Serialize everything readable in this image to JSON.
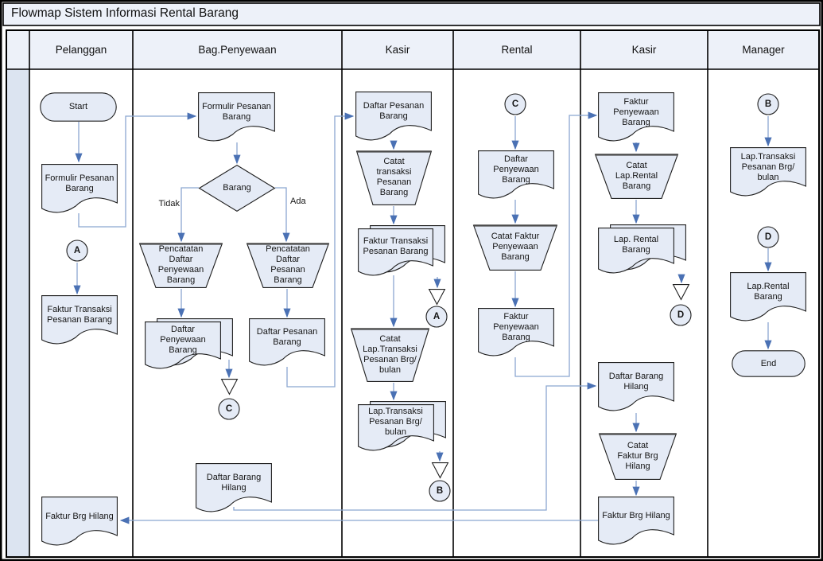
{
  "title": "Flowmap Sistem Informasi Rental Barang",
  "lanes": [
    "Pelanggan",
    "Bag.Penyewaan",
    "Kasir",
    "Rental",
    "Kasir",
    "Manager"
  ],
  "labels": {
    "tidak": "Tidak",
    "ada": "Ada"
  },
  "colors": {
    "band_fill": "#edf1f9",
    "lane_strip": "#dce4f1",
    "shape_fill": "#e5ebf6",
    "shape_border": "#1f1f1f",
    "connector": "#8ba6d1",
    "arrowhead": "#4a71b4",
    "table_border": "#000000"
  },
  "nodes": {
    "start": {
      "label": "Start"
    },
    "formulir_pesanan_pelanggan": {
      "label": "Formulir Pesanan Barang"
    },
    "connector_a_pelanggan": {
      "label": "A"
    },
    "faktur_transaksi_pelanggan": {
      "label": "Faktur Transaksi Pesanan Barang"
    },
    "faktur_brg_hilang_pelanggan": {
      "label": "Faktur Brg Hilang"
    },
    "formulir_pesanan_bag": {
      "label": "Formulir Pesanan Barang"
    },
    "decision_barang": {
      "label": "Barang"
    },
    "pencatatan_daftar_penyewaan": {
      "label": "Pencatatan Daftar Penyewaan Barang"
    },
    "pencatatan_daftar_pesanan": {
      "label": "Pencatatan Daftar Pesanan Barang"
    },
    "daftar_penyewaan_bag": {
      "label": "Daftar Penyewaan Barang"
    },
    "daftar_pesanan_bag": {
      "label": "Daftar Pesanan Barang"
    },
    "connector_c_bag": {
      "label": "C"
    },
    "daftar_barang_hilang_bag": {
      "label": "Daftar Barang Hilang"
    },
    "daftar_pesanan_kasir": {
      "label": "Daftar Pesanan Barang"
    },
    "catat_transaksi_pesanan": {
      "label": "Catat transaksi Pesanan Barang"
    },
    "faktur_transaksi_kasir": {
      "label": "Faktur Transaksi Pesanan Barang"
    },
    "connector_a_kasir": {
      "label": "A"
    },
    "catat_lap_transaksi": {
      "label": "Catat Lap.Transaksi Pesanan Brg/ bulan"
    },
    "lap_transaksi_kasir": {
      "label": "Lap.Transaksi Pesanan Brg/ bulan"
    },
    "connector_b_kasir": {
      "label": "B"
    },
    "connector_c_rental": {
      "label": "C"
    },
    "daftar_penyewaan_rental": {
      "label": "Daftar Penyewaan Barang"
    },
    "catat_faktur_penyewaan": {
      "label": "Catat Faktur Penyewaan Barang"
    },
    "faktur_penyewaan_rental": {
      "label": "Faktur Penyewaan Barang"
    },
    "faktur_penyewaan_kasir2": {
      "label": "Faktur Penyewaan Barang"
    },
    "catat_lap_rental": {
      "label": "Catat Lap.Rental Barang"
    },
    "lap_rental_kasir2": {
      "label": "Lap. Rental Barang"
    },
    "connector_d_kasir2": {
      "label": "D"
    },
    "daftar_barang_hilang_kasir2": {
      "label": "Daftar Barang Hilang"
    },
    "catat_faktur_brg_hilang": {
      "label": "Catat Faktur Brg Hilang"
    },
    "faktur_brg_hilang_kasir2": {
      "label": "Faktur Brg Hilang"
    },
    "connector_b_manager": {
      "label": "B"
    },
    "lap_transaksi_manager": {
      "label": "Lap.Transaksi Pesanan Brg/ bulan"
    },
    "connector_d_manager": {
      "label": "D"
    },
    "lap_rental_manager": {
      "label": "Lap.Rental Barang"
    },
    "end": {
      "label": "End"
    }
  }
}
